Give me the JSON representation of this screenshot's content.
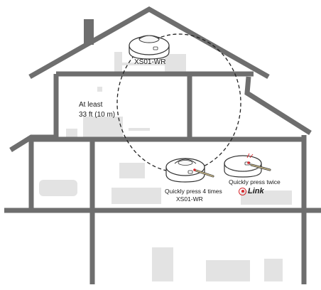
{
  "labels": {
    "top_model": "XS01-WR",
    "distance_line1": "At least",
    "distance_line2": "33 ft (10 m)",
    "press_four": "Quickly press 4 times",
    "bottom_model": "XS01-WR",
    "press_twice": "Quickly press twice",
    "brand": "Link"
  },
  "colors": {
    "house": "#6e6e6e",
    "furniture": "#e2e2e2",
    "brand_accent": "#d6262b"
  }
}
